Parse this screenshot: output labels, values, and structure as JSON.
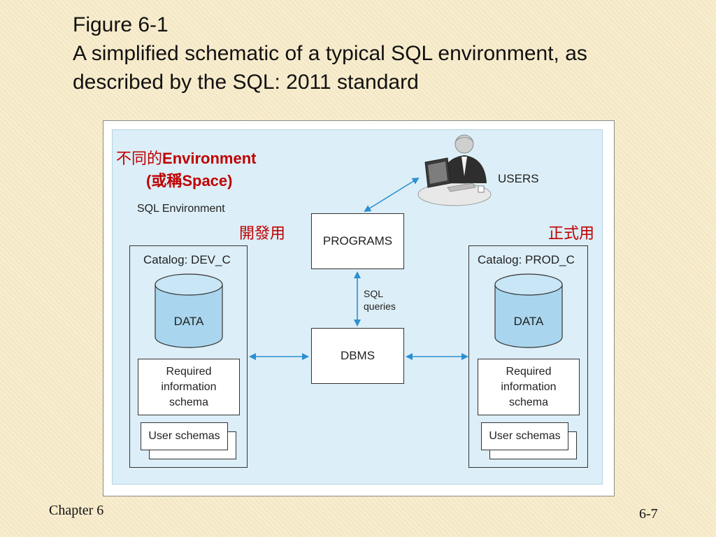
{
  "title": {
    "line1": "Figure 6-1",
    "line2": "A simplified schematic of a typical SQL environment, as",
    "line3": "described by the SQL: 2011 standard"
  },
  "annotations": {
    "env_prefix": "不同的",
    "env_word": "Environment",
    "space_open": "(或稱",
    "space_word": "Space)",
    "dev_use": "開發用",
    "prod_use": "正式用"
  },
  "diagram": {
    "sql_environment": "SQL Environment",
    "users": "USERS",
    "programs": "PROGRAMS",
    "sql_queries_line1": "SQL",
    "sql_queries_line2": "queries",
    "dbms": "DBMS",
    "catalog_dev": "Catalog: DEV_C",
    "catalog_prod": "Catalog: PROD_C",
    "data": "DATA",
    "required_line1": "Required",
    "required_line2": "information",
    "required_line3": "schema",
    "user_schemas": "User schemas"
  },
  "footer": {
    "chapter": "Chapter 6",
    "page": "6-7"
  },
  "colors": {
    "arrow": "#2b8fd0",
    "cylinder_fill": "#a9d6ee",
    "env_background": "#dceef7",
    "annotation_red": "#c00000"
  }
}
